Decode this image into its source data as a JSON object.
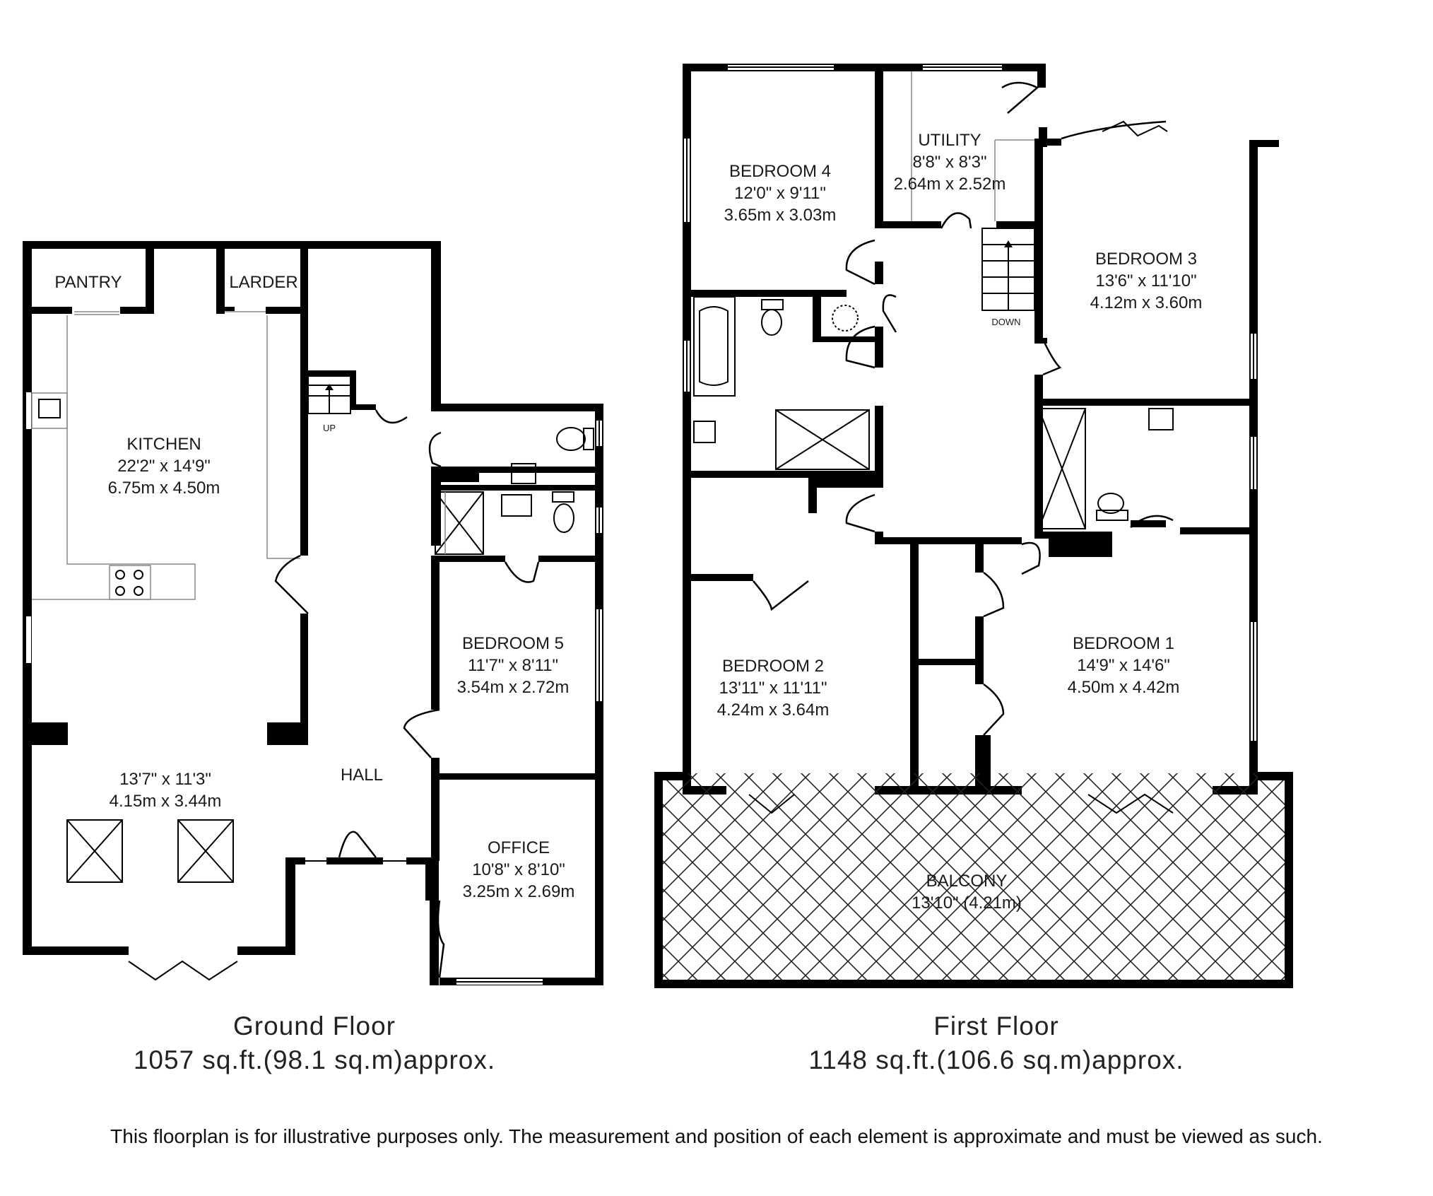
{
  "ground_floor": {
    "title": "Ground Floor",
    "area": "1057 sq.ft.(98.1 sq.m)approx.",
    "rooms": [
      {
        "id": "pantry",
        "lines": [
          "PANTRY"
        ]
      },
      {
        "id": "larder",
        "lines": [
          "LARDER"
        ]
      },
      {
        "id": "kitchen",
        "lines": [
          "KITCHEN",
          "22'2\" x 14'9\"",
          "6.75m x 4.50m"
        ]
      },
      {
        "id": "living",
        "lines": [
          "13'7\" x 11'3\"",
          "4.15m x 3.44m"
        ]
      },
      {
        "id": "hall",
        "lines": [
          "HALL"
        ]
      },
      {
        "id": "bedroom5",
        "lines": [
          "BEDROOM 5",
          "11'7\" x 8'11\"",
          "3.54m x 2.72m"
        ]
      },
      {
        "id": "office",
        "lines": [
          "OFFICE",
          "10'8\" x 8'10\"",
          "3.25m x 2.69m"
        ]
      }
    ],
    "stair_label": "UP"
  },
  "first_floor": {
    "title": "First Floor",
    "area": "1148 sq.ft.(106.6 sq.m)approx.",
    "rooms": [
      {
        "id": "bedroom4",
        "lines": [
          "BEDROOM 4",
          "12'0\" x 9'11\"",
          "3.65m x 3.03m"
        ]
      },
      {
        "id": "utility",
        "lines": [
          "UTILITY",
          "8'8\" x 8'3\"",
          "2.64m x 2.52m"
        ]
      },
      {
        "id": "bedroom3",
        "lines": [
          "BEDROOM 3",
          "13'6\" x 11'10\"",
          "4.12m x 3.60m"
        ]
      },
      {
        "id": "bedroom2",
        "lines": [
          "BEDROOM 2",
          "13'11\" x 11'11\"",
          "4.24m x 3.64m"
        ]
      },
      {
        "id": "bedroom1",
        "lines": [
          "BEDROOM 1",
          "14'9\" x 14'6\"",
          "4.50m x 4.42m"
        ]
      },
      {
        "id": "balcony",
        "lines": [
          "BALCONY",
          "13'10\" (4.21m)"
        ]
      }
    ],
    "stair_label": "DOWN"
  },
  "disclaimer": "This floorplan is for illustrative purposes only. The measurement and position of each element is approximate and must be viewed as such."
}
